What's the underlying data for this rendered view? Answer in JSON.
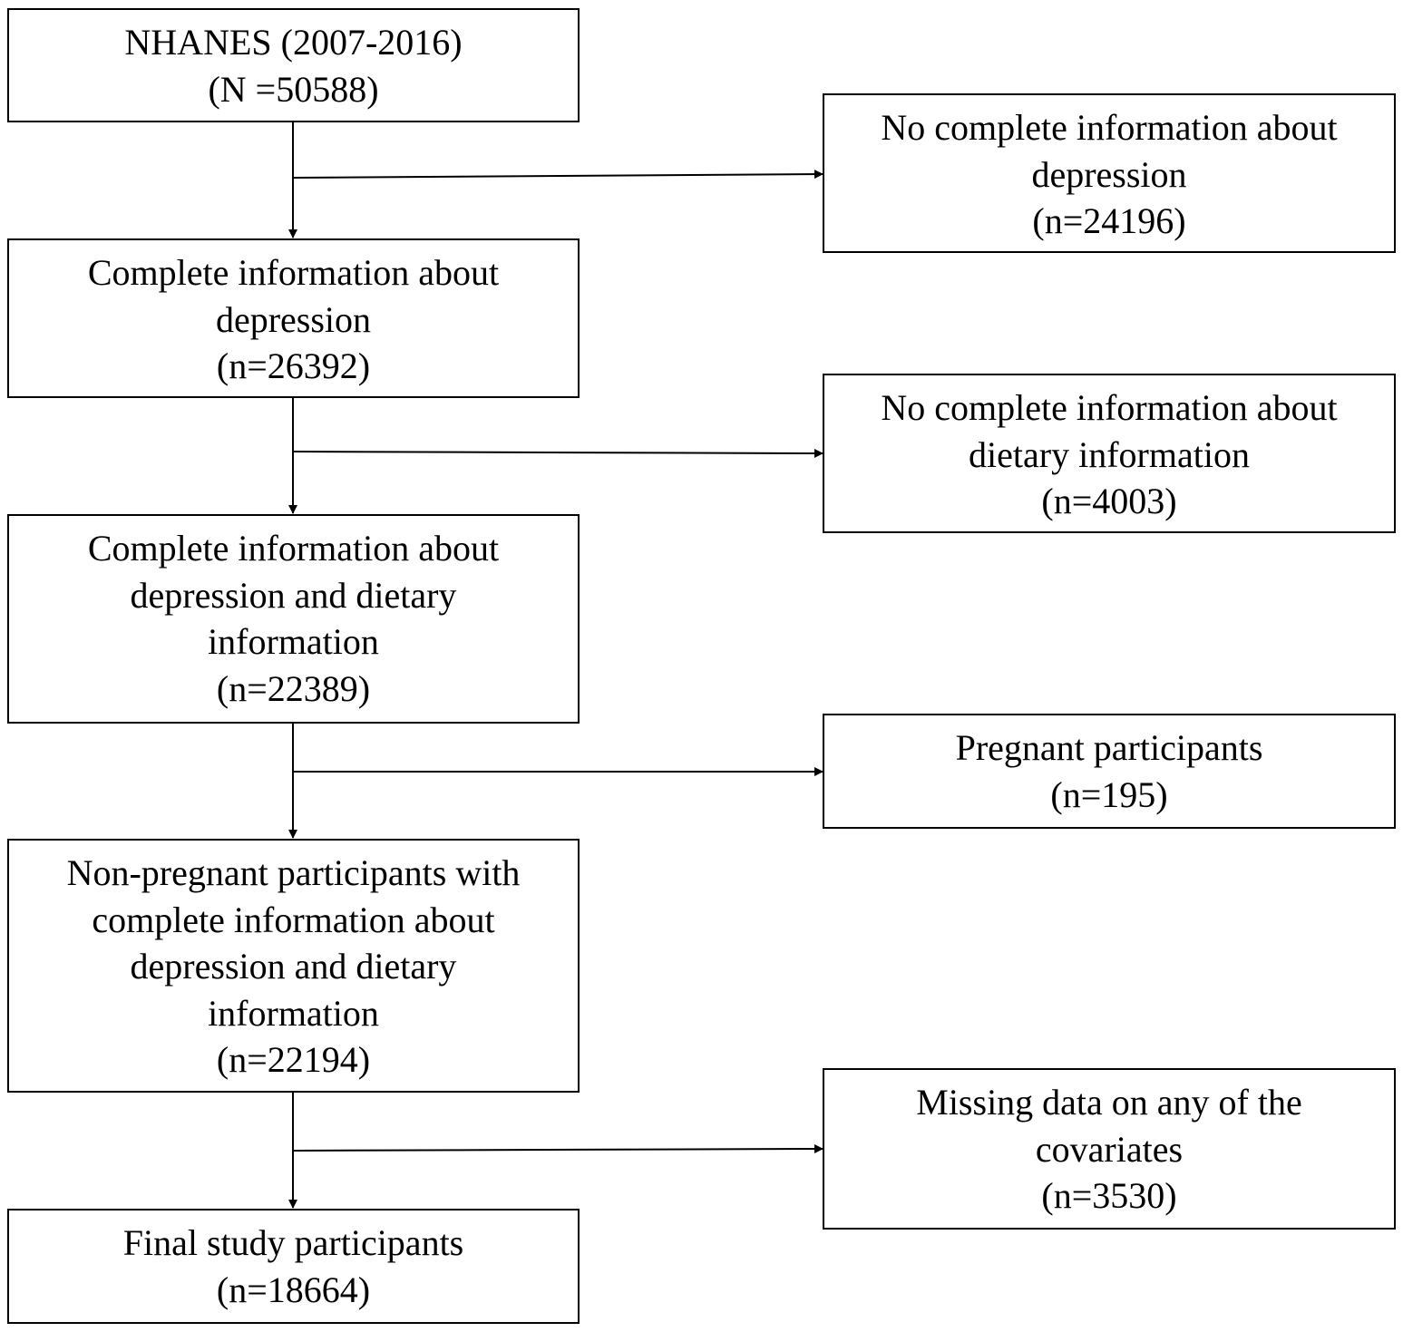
{
  "flowchart": {
    "main_boxes": [
      {
        "lines": [
          "NHANES (2007-2016)",
          "(N =50588)"
        ]
      },
      {
        "lines": [
          "Complete information about",
          "depression",
          "(n=26392)"
        ]
      },
      {
        "lines": [
          "Complete information about",
          "depression and dietary",
          "information",
          "(n=22389)"
        ]
      },
      {
        "lines": [
          "Non-pregnant participants with",
          "complete information about",
          "depression and dietary",
          "information",
          "(n=22194)"
        ]
      },
      {
        "lines": [
          "Final study participants",
          "(n=18664)"
        ]
      }
    ],
    "exclusion_boxes": [
      {
        "lines": [
          "No complete information about",
          "depression",
          "(n=24196)"
        ]
      },
      {
        "lines": [
          "No complete information about",
          "dietary information",
          "(n=4003)"
        ]
      },
      {
        "lines": [
          "Pregnant participants",
          "(n=195)"
        ]
      },
      {
        "lines": [
          "Missing data on any of the",
          "covariates",
          "(n=3530)"
        ]
      }
    ]
  }
}
